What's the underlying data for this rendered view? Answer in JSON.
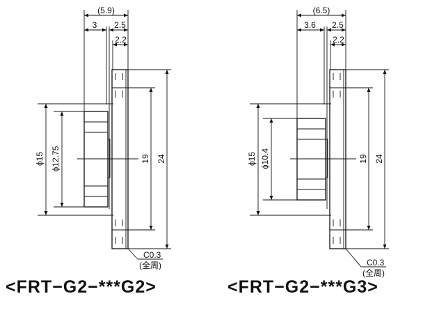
{
  "drawings": [
    {
      "caption": "<FRT−G2−***G2>",
      "dims": {
        "overall": "(5.9)",
        "body": "3",
        "gap_plate": "2.5",
        "plate": "2.2",
        "outer_dia": "ϕ15",
        "body_dia": "ϕ12.75",
        "hole_pitch": "19",
        "plate_height": "24",
        "chamfer": "C0.3",
        "chamfer_note": "(全周)"
      }
    },
    {
      "caption": "<FRT−G2−***G3>",
      "dims": {
        "overall": "(6.5)",
        "body": "3.6",
        "gap_plate": "2.5",
        "plate": "2.2",
        "outer_dia": "ϕ15",
        "body_dia": "ϕ10.4",
        "hole_pitch": "19",
        "plate_height": "24",
        "chamfer": "C0.3",
        "chamfer_note": "(全周)"
      }
    }
  ]
}
